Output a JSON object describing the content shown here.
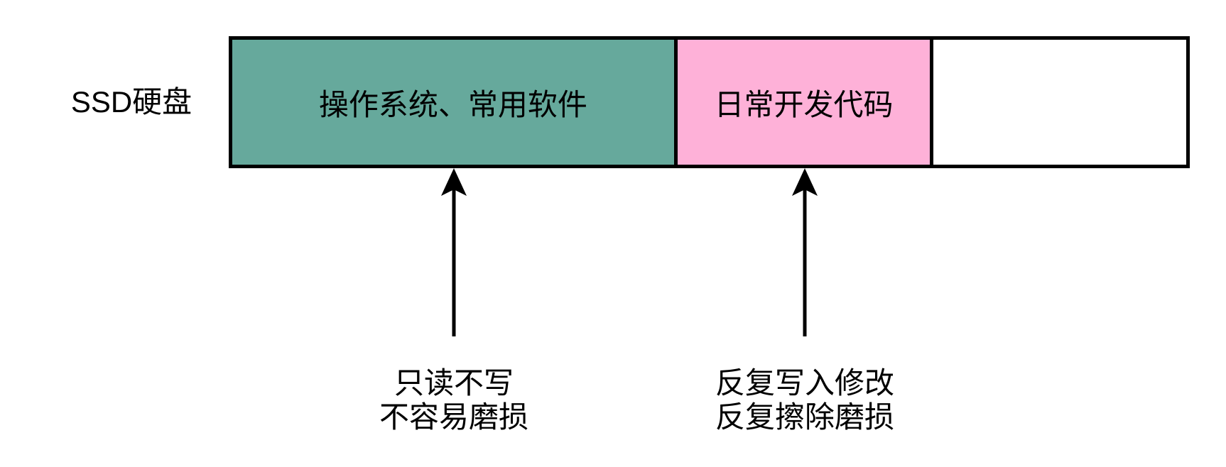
{
  "colors": {
    "background": "#ffffff",
    "outline": "#000000",
    "text": "#000000",
    "segment_os": "#66a99c",
    "segment_dev": "#feb1d8",
    "segment_free": "#ffffff"
  },
  "diagram": {
    "disk_label": "SSD硬盘",
    "segments": [
      {
        "id": "os",
        "label": "操作系统、常用软件",
        "color": "#66a99c"
      },
      {
        "id": "dev",
        "label": "日常开发代码",
        "color": "#feb1d8"
      },
      {
        "id": "free",
        "label": "",
        "color": "#ffffff"
      }
    ],
    "annotations": [
      {
        "target": "os",
        "line1": "只读不写",
        "line2": "不容易磨损"
      },
      {
        "target": "dev",
        "line1": "反复写入修改",
        "line2": "反复擦除磨损"
      }
    ]
  }
}
